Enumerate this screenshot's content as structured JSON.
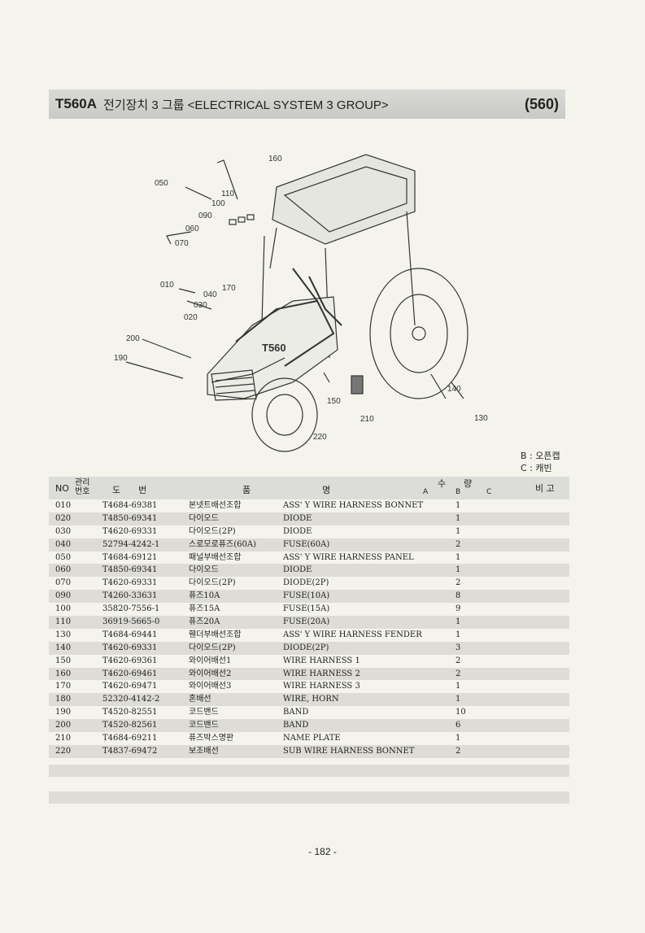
{
  "header": {
    "model": "T560A",
    "title": "전기장치 3 그룹 <ELECTRICAL SYSTEM 3 GROUP>",
    "group_number": "(560)"
  },
  "callouts": [
    "160",
    "050",
    "110",
    "100",
    "090",
    "060",
    "070",
    "010",
    "040",
    "170",
    "030",
    "020",
    "200",
    "190",
    "150",
    "220",
    "210",
    "140",
    "130"
  ],
  "diagram_decal": "T560",
  "legend": [
    "B : 오픈캡",
    "C : 캐빈"
  ],
  "table": {
    "headers": {
      "no": "NO",
      "mgmt_no": "관리번호",
      "drawing_no": "도　　번",
      "part_name": "품　　　　　　　　명",
      "quantity": "수　　량",
      "qty_a": "A",
      "qty_b": "B",
      "qty_c": "C",
      "remarks": "비 고"
    },
    "rows": [
      {
        "no": "010",
        "part": "T4684-69381",
        "kr": "본넷트배선조합",
        "en": "ASS' Y WIRE HARNESS BONNET",
        "qty": "1"
      },
      {
        "no": "020",
        "part": "T4850-69341",
        "kr": "다이오드",
        "en": "DIODE",
        "qty": "1"
      },
      {
        "no": "030",
        "part": "T4620-69331",
        "kr": "다이오드(2P)",
        "en": "DIODE",
        "qty": "1"
      },
      {
        "no": "040",
        "part": "52794-4242-1",
        "kr": "스로모로퓨즈(60A)",
        "en": "FUSE(60A)",
        "qty": "2"
      },
      {
        "no": "050",
        "part": "T4684-69121",
        "kr": "패널부배선조합",
        "en": "ASS' Y WIRE HARNESS PANEL",
        "qty": "1"
      },
      {
        "no": "060",
        "part": "T4850-69341",
        "kr": "다이오드",
        "en": "DIODE",
        "qty": "1"
      },
      {
        "no": "070",
        "part": "T4620-69331",
        "kr": "다이오드(2P)",
        "en": "DIODE(2P)",
        "qty": "2"
      },
      {
        "no": "090",
        "part": "T4260-33631",
        "kr": "퓨즈10A",
        "en": "FUSE(10A)",
        "qty": "8"
      },
      {
        "no": "100",
        "part": "35820-7556-1",
        "kr": "퓨즈15A",
        "en": "FUSE(15A)",
        "qty": "9"
      },
      {
        "no": "110",
        "part": "36919-5665-0",
        "kr": "퓨즈20A",
        "en": "FUSE(20A)",
        "qty": "1"
      },
      {
        "no": "130",
        "part": "T4684-69441",
        "kr": "휀더부배선조합",
        "en": "ASS' Y WIRE HARNESS FENDER",
        "qty": "1"
      },
      {
        "no": "140",
        "part": "T4620-69331",
        "kr": "다이오드(2P)",
        "en": "DIODE(2P)",
        "qty": "3"
      },
      {
        "no": "150",
        "part": "T4620-69361",
        "kr": "와이어배선1",
        "en": "WIRE HARNESS 1",
        "qty": "2"
      },
      {
        "no": "160",
        "part": "T4620-69461",
        "kr": "와이어배선2",
        "en": "WIRE HARNESS 2",
        "qty": "2"
      },
      {
        "no": "170",
        "part": "T4620-69471",
        "kr": "와이어배선3",
        "en": "WIRE HARNESS 3",
        "qty": "1"
      },
      {
        "no": "180",
        "part": "52320-4142-2",
        "kr": "혼배선",
        "en": "WIRE, HORN",
        "qty": "1"
      },
      {
        "no": "190",
        "part": "T4520-82551",
        "kr": "코드밴드",
        "en": "BAND",
        "qty": "10"
      },
      {
        "no": "200",
        "part": "T4520-82561",
        "kr": "코드밴드",
        "en": "BAND",
        "qty": "6"
      },
      {
        "no": "210",
        "part": "T4684-69211",
        "kr": "퓨즈박스명판",
        "en": "NAME PLATE",
        "qty": "1"
      },
      {
        "no": "220",
        "part": "T4837-69472",
        "kr": "보조배선",
        "en": "SUB WIRE HARNESS BONNET",
        "qty": "2"
      }
    ]
  },
  "page_number": "- 182 -"
}
